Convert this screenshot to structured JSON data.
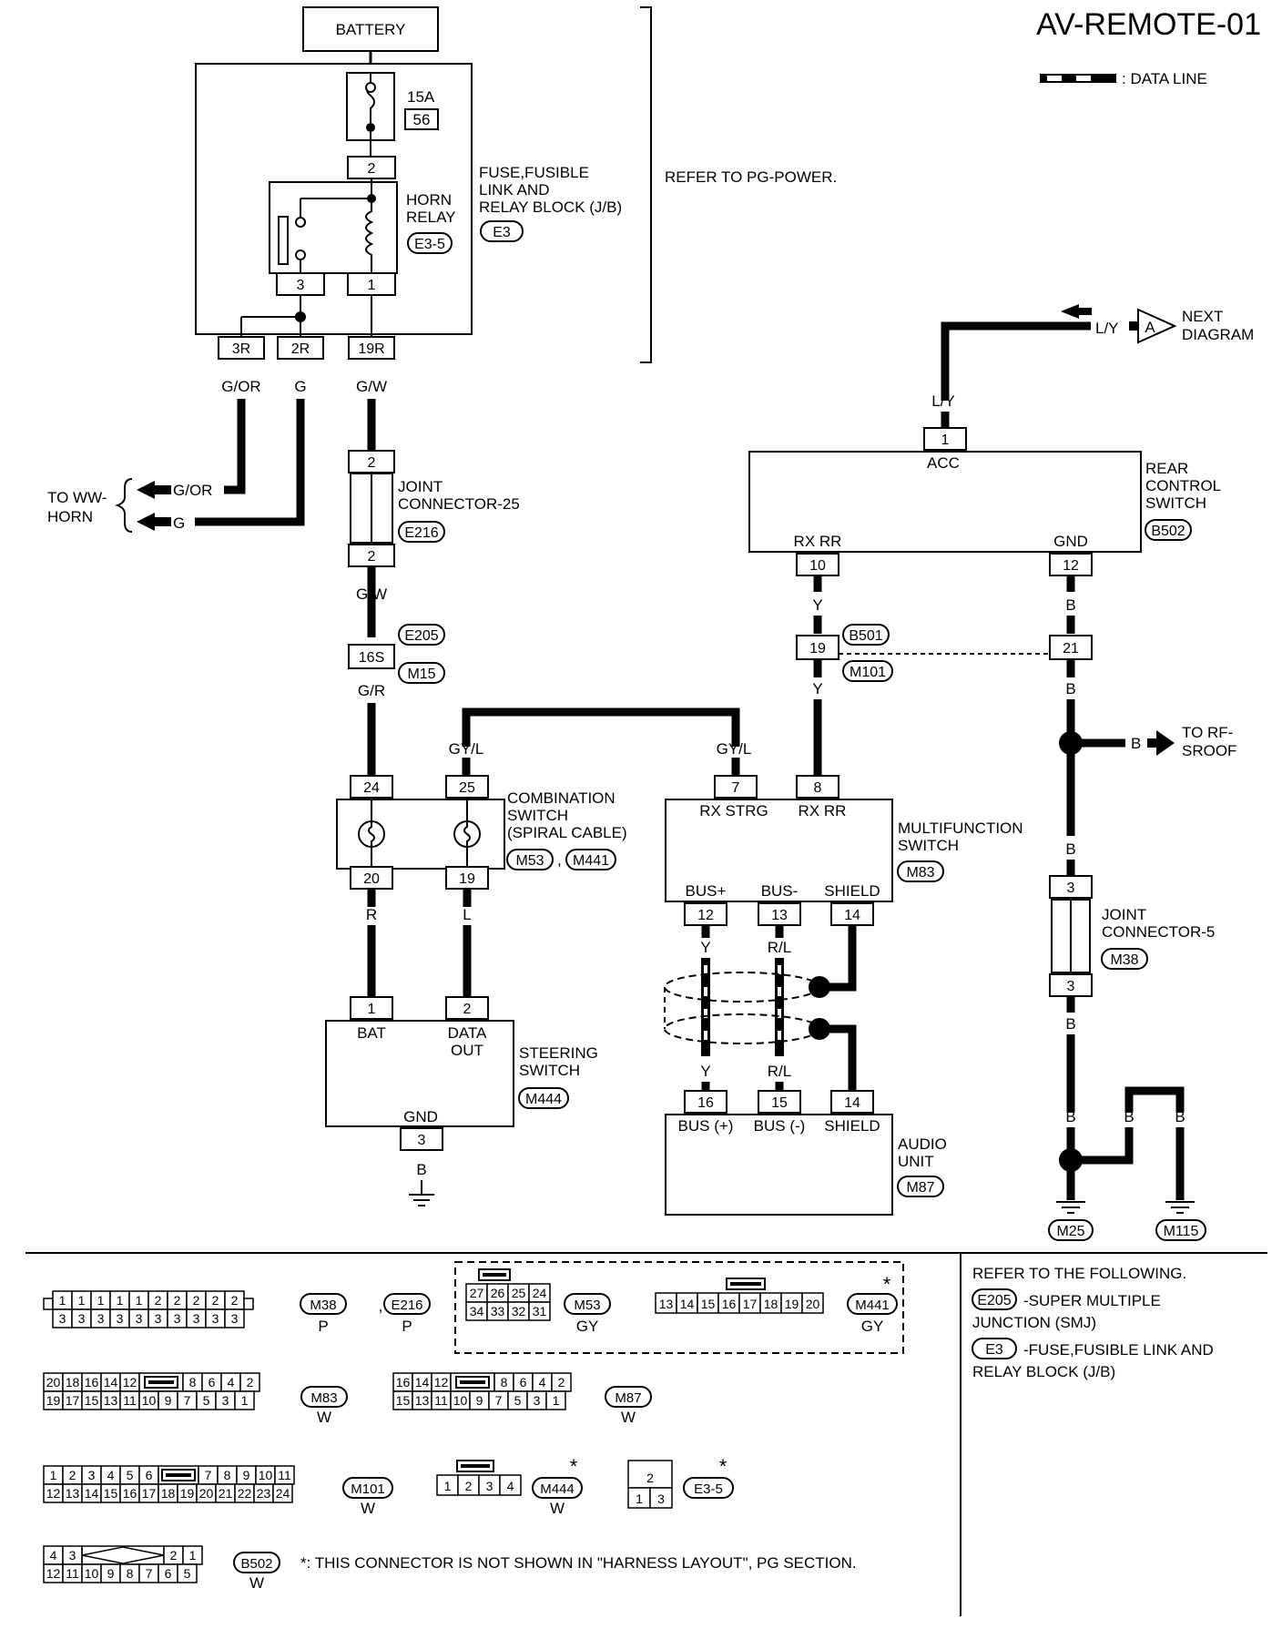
{
  "title": "AV-REMOTE-01",
  "legend": {
    "data_line": ": DATA LINE"
  },
  "battery": "BATTERY",
  "fuse": {
    "rating": "15A",
    "number": "56"
  },
  "fuse_block": {
    "label_lines": [
      "FUSE,FUSIBLE",
      "LINK AND",
      "RELAY BLOCK (J/B)"
    ],
    "connector": "E3",
    "refer": "REFER TO PG-POWER."
  },
  "horn_relay": {
    "label_lines": [
      "HORN",
      "RELAY"
    ],
    "connector": "E3-5",
    "pins": [
      "2",
      "3",
      "1"
    ]
  },
  "jb_pins": [
    "3R",
    "2R",
    "19R"
  ],
  "wire_colors": {
    "g_or": "G/OR",
    "g": "G",
    "g_w": "G/W",
    "g_r": "G/R",
    "gy_l": "GY/L",
    "r": "R",
    "l": "L",
    "b": "B",
    "y": "Y",
    "r_l": "R/L",
    "l_y": "L/Y"
  },
  "to_ww_horn": [
    "TO WW-",
    "HORN"
  ],
  "joint_connector_25": {
    "label_lines": [
      "JOINT",
      "CONNECTOR-25"
    ],
    "connector": "E216",
    "pins": [
      "2",
      "2"
    ]
  },
  "smj": {
    "pin": "16S",
    "connectors": [
      "E205",
      "M15"
    ]
  },
  "combination_switch": {
    "label_lines": [
      "COMBINATION",
      "SWITCH",
      "(SPIRAL CABLE)"
    ],
    "connectors": [
      "M53",
      "M441"
    ],
    "sep": ",",
    "pins": [
      "24",
      "25",
      "20",
      "19"
    ]
  },
  "steering_switch": {
    "label_lines": [
      "STEERING",
      "SWITCH"
    ],
    "connector": "M444",
    "terminals": [
      "BAT",
      "DATA",
      "OUT",
      "GND"
    ],
    "pins": [
      "1",
      "2",
      "3"
    ]
  },
  "rear_control_switch": {
    "label_lines": [
      "REAR",
      "CONTROL",
      "SWITCH"
    ],
    "connector": "B502",
    "terminals": [
      "ACC",
      "RX RR",
      "GND"
    ],
    "pins": [
      "1",
      "10",
      "12"
    ]
  },
  "next_diagram": {
    "letter": "A",
    "label_lines": [
      "NEXT",
      "DIAGRAM"
    ]
  },
  "mid_connector": {
    "pins": [
      "19",
      "21"
    ],
    "connectors": [
      "B501",
      "M101"
    ]
  },
  "to_rf_sroof": [
    "TO RF-",
    "SROOF"
  ],
  "multifunction_switch": {
    "label_lines": [
      "MULTIFUNCTION",
      "SWITCH"
    ],
    "connector": "M83",
    "terminals": [
      "RX STRG",
      "RX RR",
      "BUS+",
      "BUS-",
      "SHIELD"
    ],
    "pins": [
      "7",
      "8",
      "12",
      "13",
      "14"
    ]
  },
  "audio_unit": {
    "label_lines": [
      "AUDIO",
      "UNIT"
    ],
    "connector": "M87",
    "terminals": [
      "BUS (+)",
      "BUS (-)",
      "SHIELD"
    ],
    "pins": [
      "16",
      "15",
      "14"
    ]
  },
  "joint_connector_5": {
    "label_lines": [
      "JOINT",
      "CONNECTOR-5"
    ],
    "connector": "M38",
    "pins": [
      "3",
      "3"
    ]
  },
  "grounds": [
    "M25",
    "M115"
  ],
  "refer_following": {
    "heading": "REFER TO THE FOLLOWING.",
    "items": [
      {
        "code": "E205",
        "desc": [
          "-SUPER MULTIPLE",
          "JUNCTION (SMJ)"
        ]
      },
      {
        "code": "E3",
        "desc": [
          "-FUSE,FUSIBLE LINK AND",
          "RELAY BLOCK (J/B)"
        ]
      }
    ]
  },
  "connector_faces": {
    "m38_e216": {
      "top": [
        "1",
        "1",
        "1",
        "1",
        "1",
        "2",
        "2",
        "2",
        "2",
        "2"
      ],
      "bottom": [
        "3",
        "3",
        "3",
        "3",
        "3",
        "3",
        "3",
        "3",
        "3",
        "3"
      ],
      "codes": [
        "M38",
        "E216"
      ],
      "colors": [
        "P",
        "P"
      ]
    },
    "m53": {
      "top": [
        "27",
        "26",
        "25",
        "24"
      ],
      "bottom": [
        "34",
        "33",
        "32",
        "31"
      ],
      "code": "M53",
      "color": "GY"
    },
    "m441": {
      "row": [
        "13",
        "14",
        "15",
        "16",
        "17",
        "18",
        "19",
        "20"
      ],
      "code": "M441",
      "color": "GY"
    },
    "m83": {
      "top_left": [
        "20",
        "18",
        "16",
        "14",
        "12"
      ],
      "top_right": [
        "8",
        "6",
        "4",
        "2"
      ],
      "bottom": [
        "19",
        "17",
        "15",
        "13",
        "11",
        "10",
        "9",
        "7",
        "5",
        "3",
        "1"
      ],
      "code": "M83",
      "color": "W"
    },
    "m87": {
      "top_left": [
        "16",
        "14",
        "12"
      ],
      "top_right": [
        "8",
        "6",
        "4",
        "2"
      ],
      "bottom": [
        "15",
        "13",
        "11",
        "10",
        "9",
        "7",
        "5",
        "3",
        "1"
      ],
      "code": "M87",
      "color": "W"
    },
    "m101": {
      "top_left": [
        "1",
        "2",
        "3",
        "4",
        "5",
        "6"
      ],
      "top_right": [
        "7",
        "8",
        "9",
        "10",
        "11"
      ],
      "bottom": [
        "12",
        "13",
        "14",
        "15",
        "16",
        "17",
        "18",
        "19",
        "20",
        "21",
        "22",
        "23",
        "24"
      ],
      "code": "M101",
      "color": "W"
    },
    "m444": {
      "row": [
        "1",
        "2",
        "3",
        "4"
      ],
      "code": "M444",
      "color": "W"
    },
    "e3_5": {
      "top": [
        "2"
      ],
      "bottom": [
        "1",
        "3"
      ],
      "code": "E3-5"
    },
    "b502": {
      "top_left": [
        "4",
        "3"
      ],
      "top_right": [
        "2",
        "1"
      ],
      "bottom": [
        "12",
        "11",
        "10",
        "9",
        "8",
        "7",
        "6",
        "5"
      ],
      "code": "B502",
      "color": "W"
    }
  },
  "star": "*",
  "footnote": "*: THIS CONNECTOR IS NOT SHOWN IN \"HARNESS LAYOUT\", PG SECTION."
}
